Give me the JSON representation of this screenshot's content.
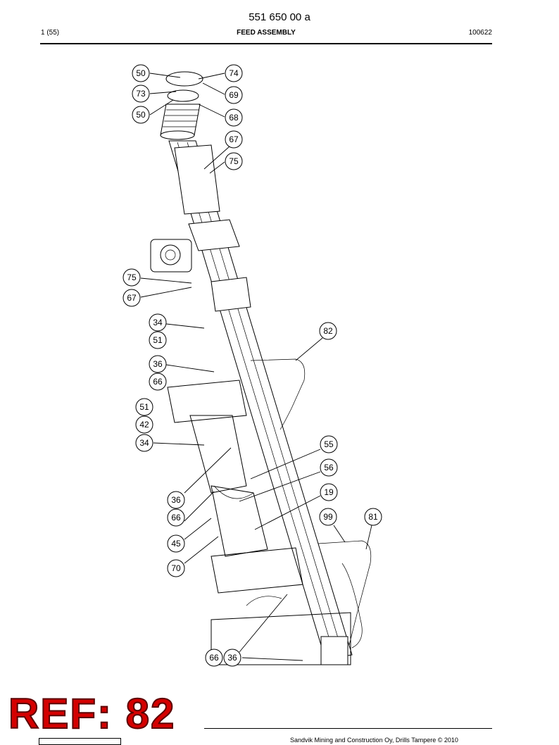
{
  "header": {
    "doc_number": "551 650 00 a",
    "page": "1 (55)",
    "title": "FEED ASSEMBLY",
    "date_code": "100622"
  },
  "callouts": [
    "50",
    "74",
    "73",
    "69",
    "50",
    "68",
    "67",
    "75",
    "75",
    "67",
    "34",
    "51",
    "82",
    "36",
    "66",
    "51",
    "42",
    "34",
    "55",
    "56",
    "36",
    "19",
    "66",
    "99",
    "81",
    "45",
    "70",
    "66",
    "36"
  ],
  "stamp": {
    "text": "REF: 82",
    "color": "#d40000"
  },
  "footer": {
    "copyright": "Sandvik Mining and Construction Oy, Drills Tampere © 2010"
  }
}
